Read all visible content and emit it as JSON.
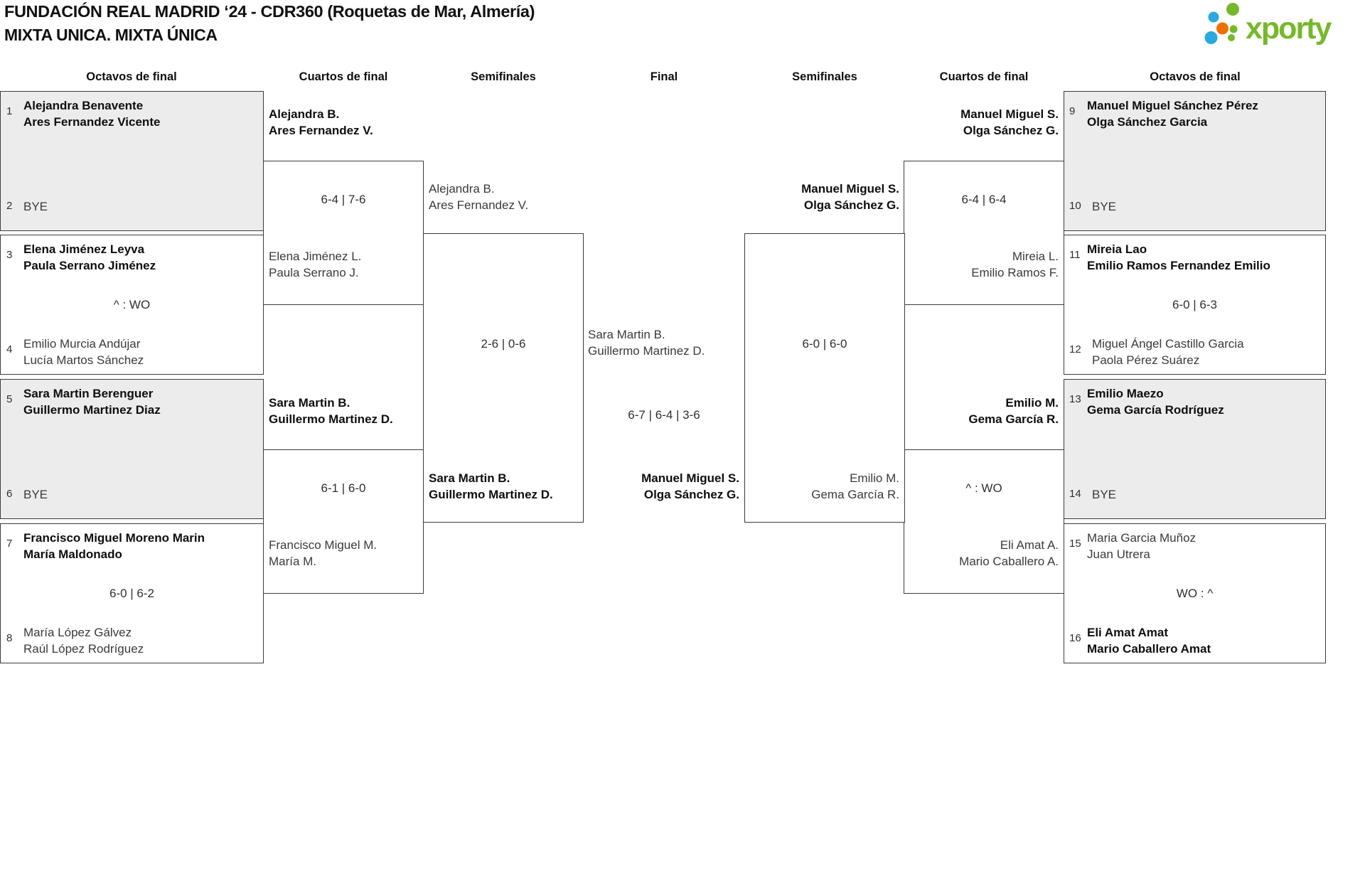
{
  "page": {
    "title": "FUNDACIÓN REAL MADRID ‘24 - CDR360 (Roquetas de Mar, Almería)",
    "subtitle": "MIXTA UNICA. MIXTA ÚNICA"
  },
  "logo": {
    "text": "xporty",
    "colors": {
      "green": "#76b82a",
      "blue": "#2aa9e0",
      "orange": "#ec7004"
    }
  },
  "colors": {
    "box_border": "#3c3c3c",
    "shaded_bg": "#ececec"
  },
  "round_headers": [
    "Octavos de final",
    "Cuartos de final",
    "Semifinales",
    "Final",
    "Semifinales",
    "Cuartos de final",
    "Octavos de final"
  ],
  "bracket": {
    "oct_l": [
      {
        "seed_top": "1",
        "top1": "Alejandra Benavente",
        "top2": "Ares Fernandez Vicente",
        "score": "",
        "seed_bot": "2",
        "bot1": "BYE",
        "bot2": ""
      },
      {
        "seed_top": "3",
        "top1": "Elena Jiménez Leyva",
        "top2": "Paula Serrano Jiménez",
        "score": "^ : WO",
        "seed_bot": "4",
        "bot1": "Emilio Murcia Andújar",
        "bot2": "Lucía Martos Sánchez"
      },
      {
        "seed_top": "5",
        "top1": "Sara Martin Berenguer",
        "top2": "Guillermo Martinez Diaz",
        "score": "",
        "seed_bot": "6",
        "bot1": "BYE",
        "bot2": ""
      },
      {
        "seed_top": "7",
        "top1": "Francisco Miguel Moreno Marin",
        "top2": "María Maldonado",
        "score": "6-0 | 6-2",
        "seed_bot": "8",
        "bot1": "María López Gálvez",
        "bot2": "Raúl López Rodríguez"
      }
    ],
    "oct_r": [
      {
        "seed_top": "9",
        "top1": "Manuel Miguel Sánchez Pérez",
        "top2": "Olga Sánchez Garcia",
        "score": "",
        "seed_bot": "10",
        "bot1": "BYE",
        "bot2": ""
      },
      {
        "seed_top": "11",
        "top1": "Mireia Lao",
        "top2": "Emilio Ramos Fernandez Emilio",
        "score": "6-0 | 6-3",
        "seed_bot": "12",
        "bot1": "Miguel Ángel Castillo Garcia",
        "bot2": "Paola Pérez Suárez"
      },
      {
        "seed_top": "13",
        "top1": "Emilio Maezo",
        "top2": "Gema García Rodríguez",
        "score": "",
        "seed_bot": "14",
        "bot1": "BYE",
        "bot2": ""
      },
      {
        "seed_top": "15",
        "top1": "Maria Garcia Muñoz",
        "top2": "Juan Utrera",
        "score": "WO : ^",
        "seed_bot": "16",
        "bot1": "Eli Amat Amat",
        "bot2": "Mario Caballero Amat"
      }
    ],
    "qf_l": [
      {
        "w1": "Alejandra B.",
        "w2": "Ares Fernandez V.",
        "score": "6-4 | 7-6",
        "l1": "Elena Jiménez L.",
        "l2": "Paula Serrano J."
      },
      {
        "w1": "Sara Martin B.",
        "w2": "Guillermo Martinez D.",
        "score": "6-1 | 6-0",
        "l1": "Francisco Miguel M.",
        "l2": "María M."
      }
    ],
    "qf_r": [
      {
        "w1": "Manuel Miguel S.",
        "w2": "Olga Sánchez G.",
        "score": "6-4 | 6-4",
        "l1": "Mireia L.",
        "l2": "Emilio Ramos F."
      },
      {
        "w1": "Emilio M.",
        "w2": "Gema García R.",
        "score": "^ : WO",
        "l1": "Eli Amat A.",
        "l2": "Mario Caballero A."
      }
    ],
    "sf_l": {
      "t1": "Alejandra B.",
      "t2": "Ares Fernandez V.",
      "score": "2-6 | 0-6",
      "b1": "Sara Martin B.",
      "b2": "Guillermo Martinez D."
    },
    "sf_r": {
      "t1": "Manuel Miguel S.",
      "t2": "Olga Sánchez G.",
      "score": "6-0 | 6-0",
      "b1": "Emilio M.",
      "b2": "Gema García R."
    },
    "final": {
      "t1": "Sara Martin B.",
      "t2": "Guillermo Martinez D.",
      "score": "6-7 | 6-4 | 3-6",
      "b1": "Manuel Miguel S.",
      "b2": "Olga Sánchez G."
    }
  }
}
